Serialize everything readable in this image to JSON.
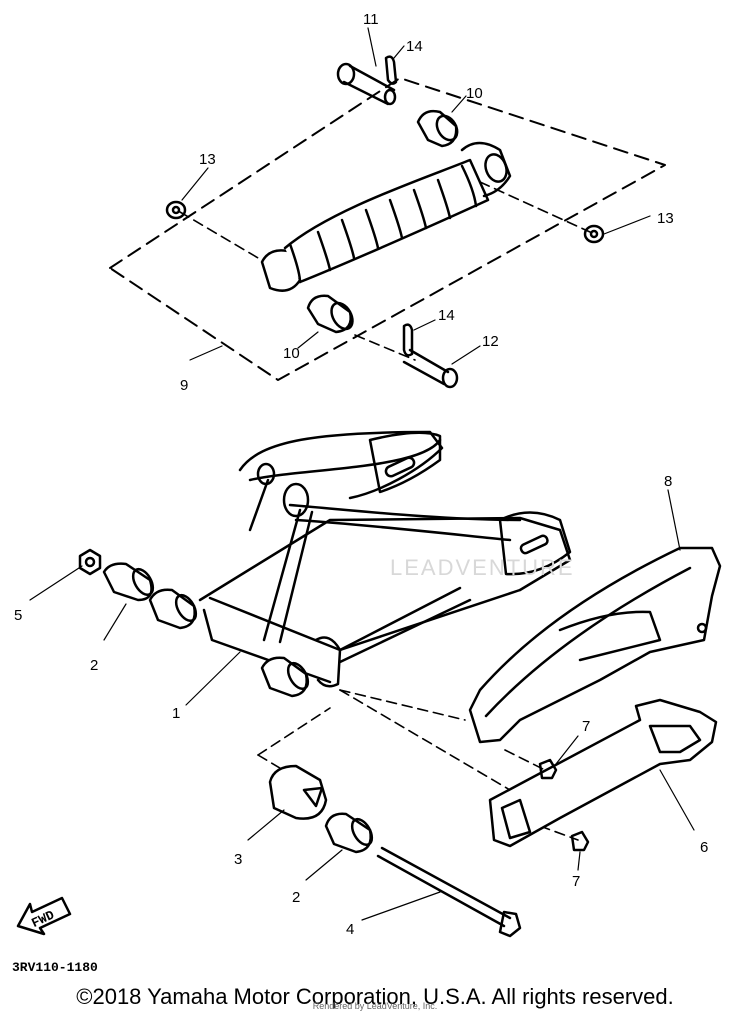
{
  "diagram": {
    "callouts": {
      "c1": "1",
      "c2a": "2",
      "c2b": "2",
      "c3": "3",
      "c4": "4",
      "c5": "5",
      "c6": "6",
      "c7a": "7",
      "c7b": "7",
      "c8": "8",
      "c9": "9",
      "c10a": "10",
      "c10b": "10",
      "c11": "11",
      "c12": "12",
      "c13a": "13",
      "c13b": "13",
      "c14a": "14",
      "c14b": "14"
    },
    "fwd_label": "FWD",
    "part_code": "3RV110-1180",
    "watermark": "LEADVENTURE"
  },
  "footer": {
    "copyright": "©2018 Yamaha Motor Corporation, U.S.A. All rights reserved.",
    "rendered_by": "Rendered by LeadVenture, Inc."
  }
}
